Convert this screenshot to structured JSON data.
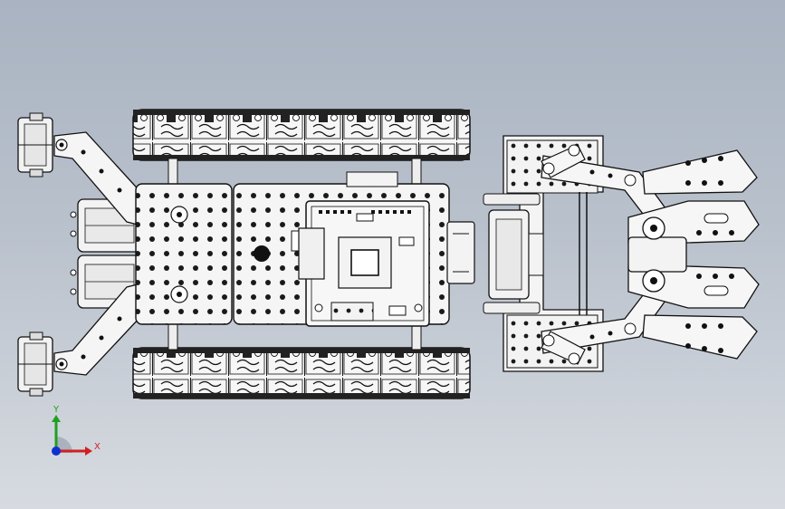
{
  "viewport": {
    "background_top": "#a9b3c1",
    "background_bottom": "#d7dbe1",
    "line_color": "#111111",
    "part_fill": "#f4f4f4"
  },
  "axis_triad": {
    "x_label": "X",
    "y_label": "Y",
    "x_color": "#d22020",
    "y_color": "#20a020",
    "origin_color": "#1030d0"
  },
  "model": {
    "components": [
      "tank-track-top",
      "tank-track-bottom",
      "chassis-plate-left",
      "chassis-plate-right",
      "controller-board",
      "servo-left-upper",
      "servo-left-lower",
      "rear-arm-upper",
      "rear-arm-lower",
      "gripper-servo",
      "gripper-finger-1",
      "gripper-finger-2",
      "gripper-finger-3",
      "gripper-finger-4"
    ]
  }
}
